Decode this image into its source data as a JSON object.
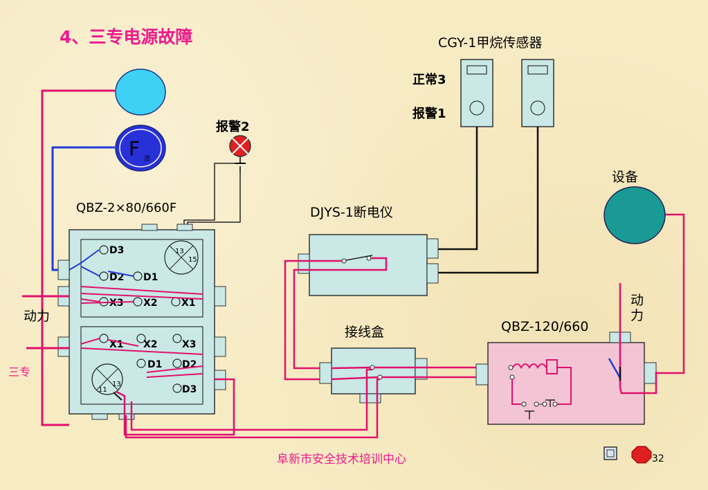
{
  "title": "4、三专电源故障",
  "sensor": {
    "title": "CGY-1甲烷传感器",
    "normal": "正常3",
    "alarm": "报警1"
  },
  "alarm_light": "报警2",
  "f_symbol": {
    "main": "F",
    "sub": "恣"
  },
  "qbz_2": {
    "title": "QBZ-2×80/660F",
    "upper_labels": {
      "d3": "D3",
      "d2": "D2",
      "d1": "D1",
      "x3": "X3",
      "x2": "X2",
      "x1": "X1",
      "n13": "13",
      "n15": "15"
    },
    "lower_labels": {
      "x1": "X1",
      "x2": "X2",
      "x3": "X3",
      "d1": "D1",
      "d2": "D2",
      "d3": "D3",
      "n11": "11",
      "n13": "13"
    }
  },
  "djys": {
    "title": "DJYS-1断电仪"
  },
  "junction_box": {
    "title": "接线盒"
  },
  "qbz_120": {
    "title": "QBZ-120/660"
  },
  "equipment": "设备",
  "power_left": "动力",
  "power_right_1": "动",
  "power_right_2": "力",
  "sanzhuan": "三专",
  "footer": {
    "center": "阜新市安全技术培训中心",
    "page": "32"
  },
  "colors": {
    "red_wire": "#e0106b",
    "blue_wire": "#1e3cd8",
    "box_fill": "#c9e8e6",
    "qbz120_fill": "#f2c4d4",
    "equipment": "#1a9a94",
    "title": "#ee1a8c"
  }
}
